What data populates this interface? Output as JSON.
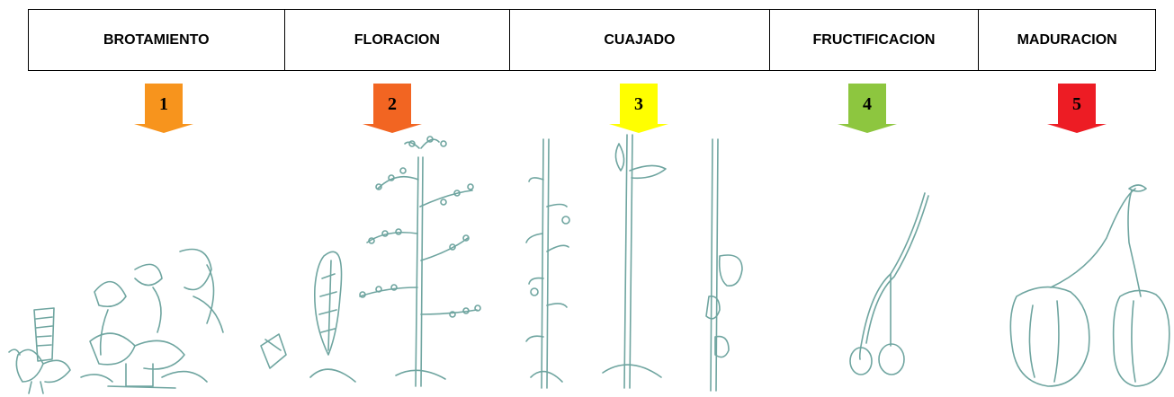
{
  "stages": [
    {
      "label": "BROTAMIENTO",
      "number": "1",
      "color": "#F7941D"
    },
    {
      "label": "FLORACION",
      "number": "2",
      "color": "#F26522"
    },
    {
      "label": "CUAJADO",
      "number": "3",
      "color": "#FFFF00"
    },
    {
      "label": "FRUCTIFICACION",
      "number": "4",
      "color": "#8DC63F"
    },
    {
      "label": "MADURACION",
      "number": "5",
      "color": "#ED1C24"
    }
  ],
  "colors": {
    "sketch": "#6FA5A0",
    "border": "#000000"
  }
}
